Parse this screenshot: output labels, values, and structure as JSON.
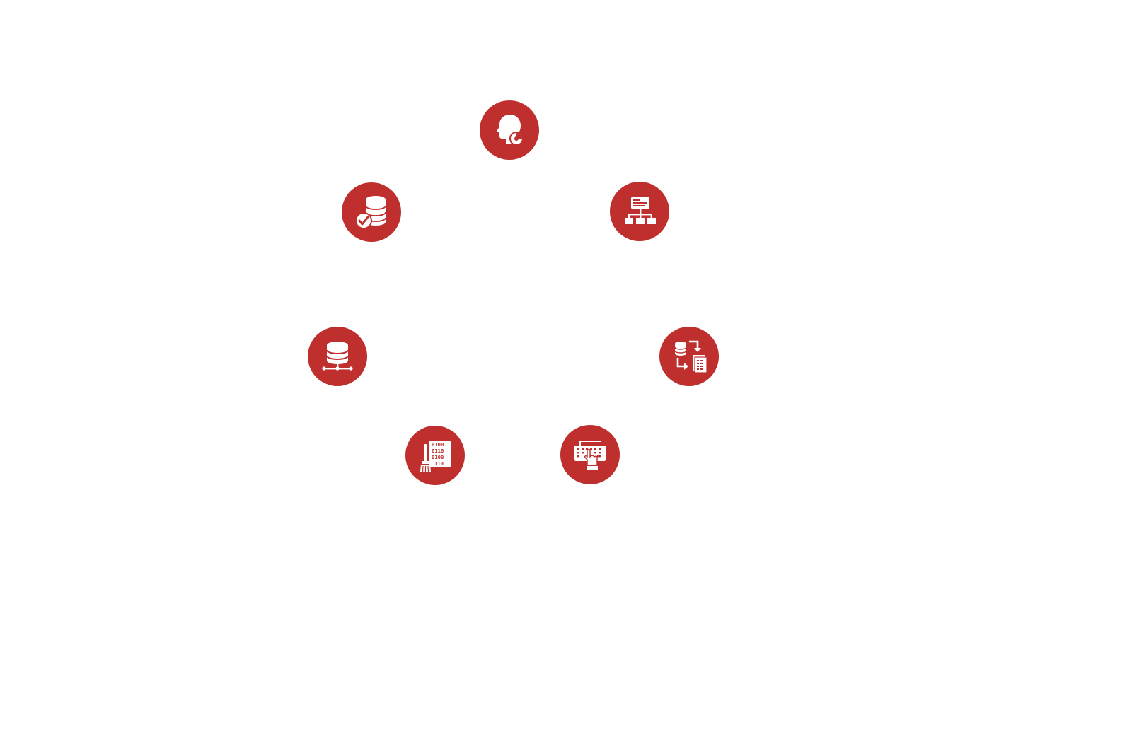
{
  "diagram": {
    "colors": {
      "node_fill": "#be2f2e",
      "icon": "#ffffff",
      "background": "#ffffff"
    },
    "nodes": [
      {
        "id": "insight",
        "icon": "head-pie-chart-icon"
      },
      {
        "id": "quality",
        "icon": "database-check-icon"
      },
      {
        "id": "model",
        "icon": "hierarchy-chart-icon"
      },
      {
        "id": "server",
        "icon": "database-network-icon"
      },
      {
        "id": "migrate",
        "icon": "database-migration-icon"
      },
      {
        "id": "cleanse",
        "icon": "binary-cleansing-icon"
      },
      {
        "id": "entry",
        "icon": "keyboard-typing-icon"
      }
    ]
  }
}
